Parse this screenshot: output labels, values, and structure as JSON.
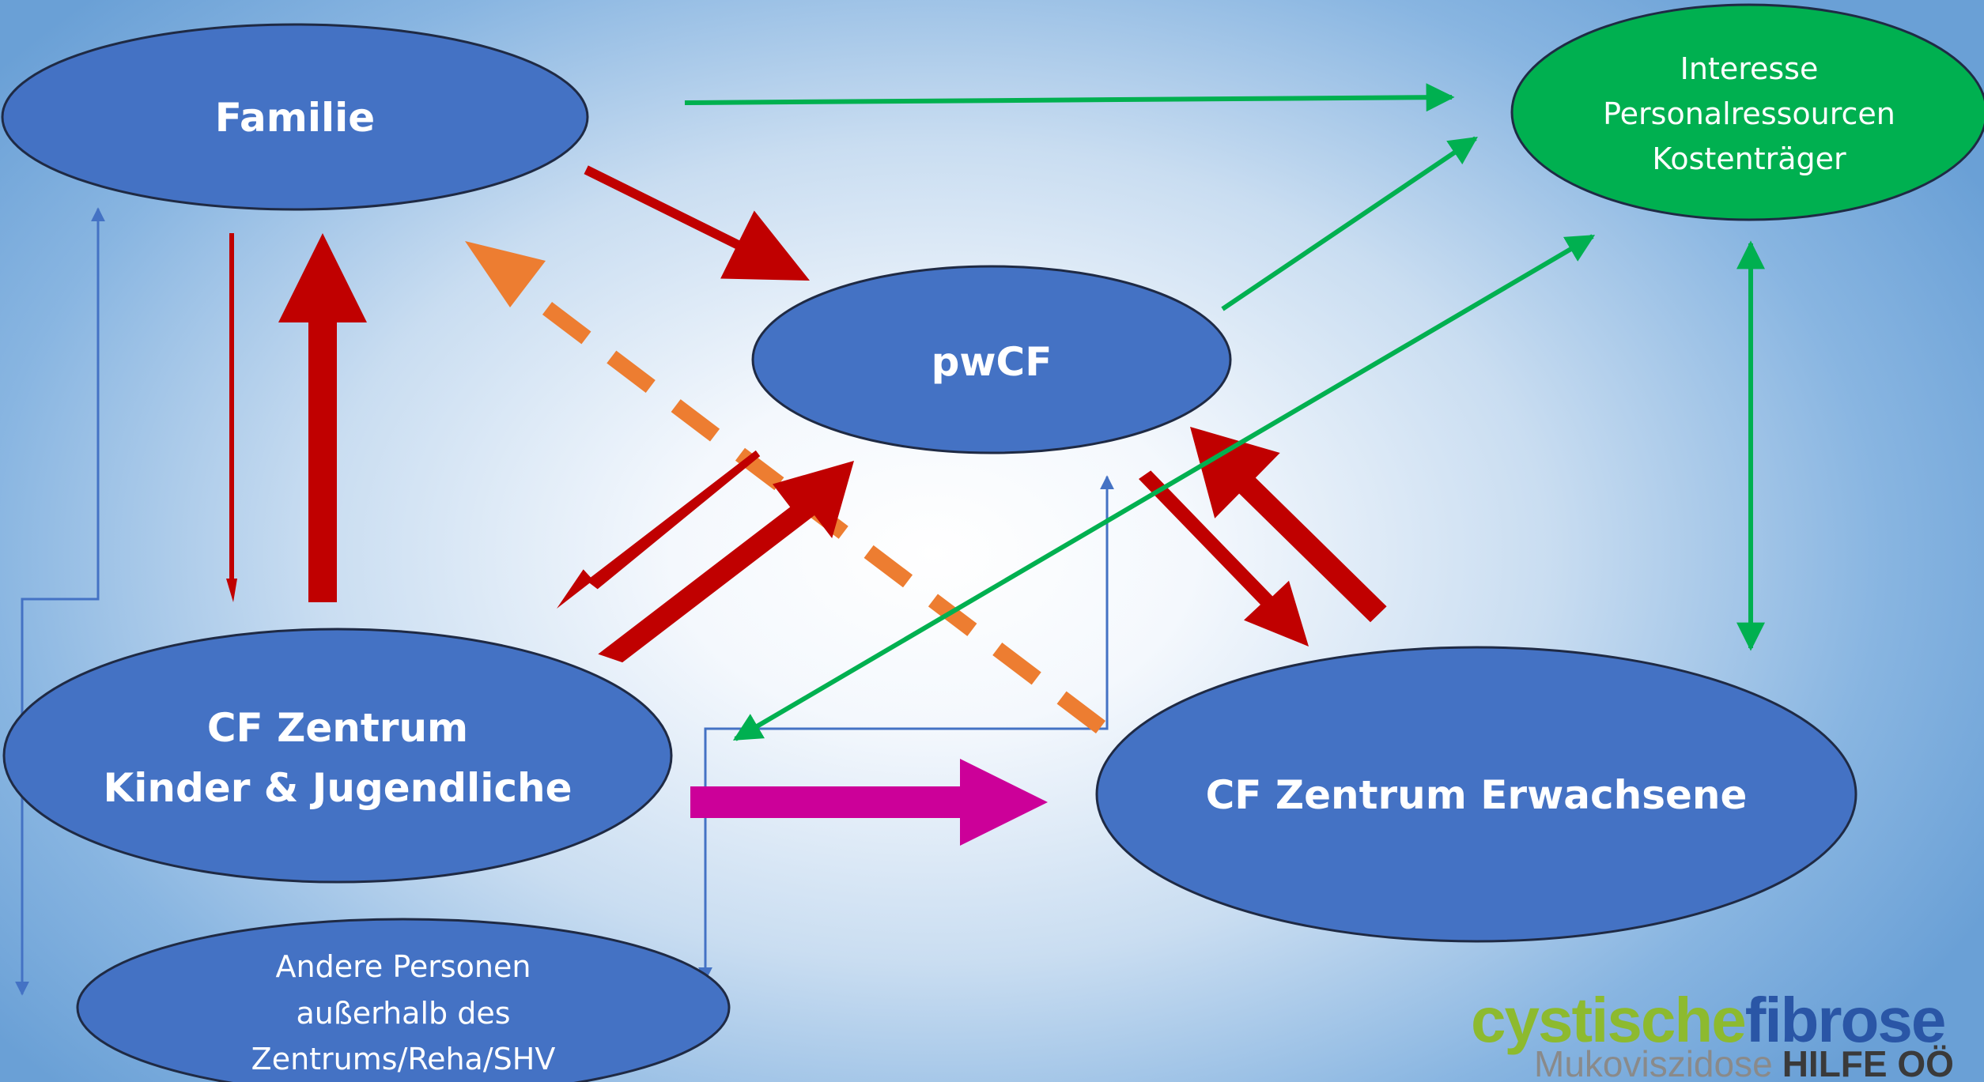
{
  "nodes": {
    "familie": {
      "label": "Familie"
    },
    "pwcf": {
      "label": "pwCF"
    },
    "interesse": {
      "lines": [
        "Interesse",
        "Personalressourcen",
        "Kostenträger"
      ]
    },
    "cf_kinder": {
      "lines": [
        "CF Zentrum",
        "Kinder & Jugendliche"
      ]
    },
    "cf_erwachsene": {
      "label": "CF Zentrum Erwachsene"
    },
    "andere": {
      "lines": [
        "Andere Personen",
        "außerhalb des",
        "Zentrums/Reha/SHV"
      ]
    }
  },
  "logo": {
    "word1": "cystische",
    "word2": "fibrose",
    "sub1": "Mukoviszidose",
    "sub2": "HILFE OÖ"
  },
  "colors": {
    "node_fill": "#4472c4",
    "node_stroke": "#1f2a44",
    "interest_fill": "#00b050",
    "red": "#c00000",
    "orange": "#ed7d31",
    "green": "#00b050",
    "magenta": "#cc0099",
    "blue_line": "#4472c4",
    "logo_green": "#8dba2f",
    "logo_blue": "#2a56a6",
    "logo_grey": "#8a8a8a",
    "logo_dark": "#3a3a3a"
  }
}
